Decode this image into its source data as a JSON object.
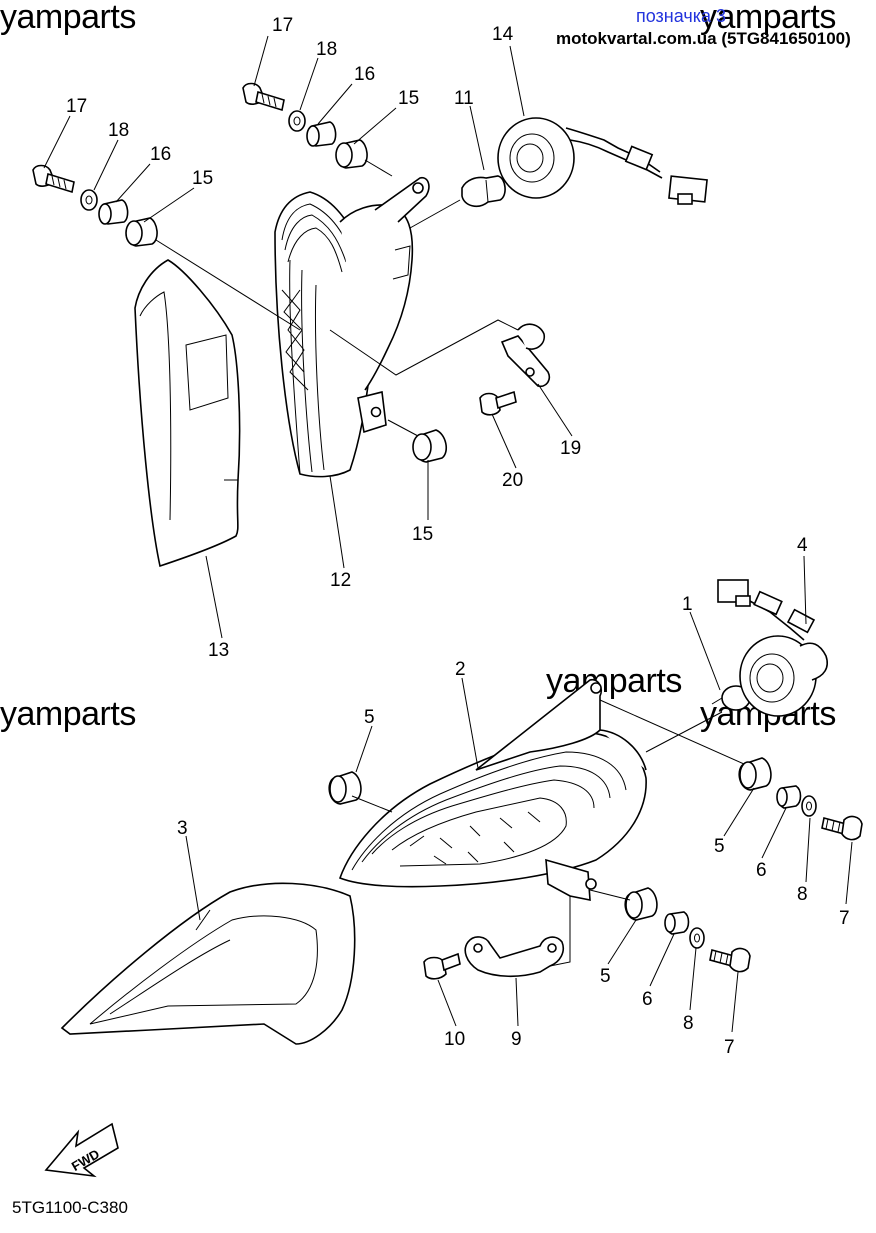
{
  "header": {
    "link_label": "позначка 3",
    "site_ref": "motokvartal.com.ua (5TG841650100)"
  },
  "watermarks": [
    "yamparts",
    "yamparts",
    "yamparts",
    "yamparts",
    "yamparts"
  ],
  "diagram_code": "5TG1100-C380",
  "fwd_label": "FWD",
  "callouts": [
    {
      "id": "c17a",
      "label": "17"
    },
    {
      "id": "c18a",
      "label": "18"
    },
    {
      "id": "c16a",
      "label": "16"
    },
    {
      "id": "c15a",
      "label": "15"
    },
    {
      "id": "c11",
      "label": "11"
    },
    {
      "id": "c14",
      "label": "14"
    },
    {
      "id": "c17b",
      "label": "17"
    },
    {
      "id": "c18b",
      "label": "18"
    },
    {
      "id": "c16b",
      "label": "16"
    },
    {
      "id": "c15b",
      "label": "15"
    },
    {
      "id": "c19",
      "label": "19"
    },
    {
      "id": "c20",
      "label": "20"
    },
    {
      "id": "c15c",
      "label": "15"
    },
    {
      "id": "c12",
      "label": "12"
    },
    {
      "id": "c13",
      "label": "13"
    },
    {
      "id": "c4",
      "label": "4"
    },
    {
      "id": "c1",
      "label": "1"
    },
    {
      "id": "c2",
      "label": "2"
    },
    {
      "id": "c5a",
      "label": "5"
    },
    {
      "id": "c3",
      "label": "3"
    },
    {
      "id": "c5b",
      "label": "5"
    },
    {
      "id": "c6a",
      "label": "6"
    },
    {
      "id": "c8a",
      "label": "8"
    },
    {
      "id": "c7a",
      "label": "7"
    },
    {
      "id": "c5c",
      "label": "5"
    },
    {
      "id": "c6b",
      "label": "6"
    },
    {
      "id": "c8b",
      "label": "8"
    },
    {
      "id": "c7b",
      "label": "7"
    },
    {
      "id": "c10",
      "label": "10"
    },
    {
      "id": "c9",
      "label": "9"
    }
  ]
}
